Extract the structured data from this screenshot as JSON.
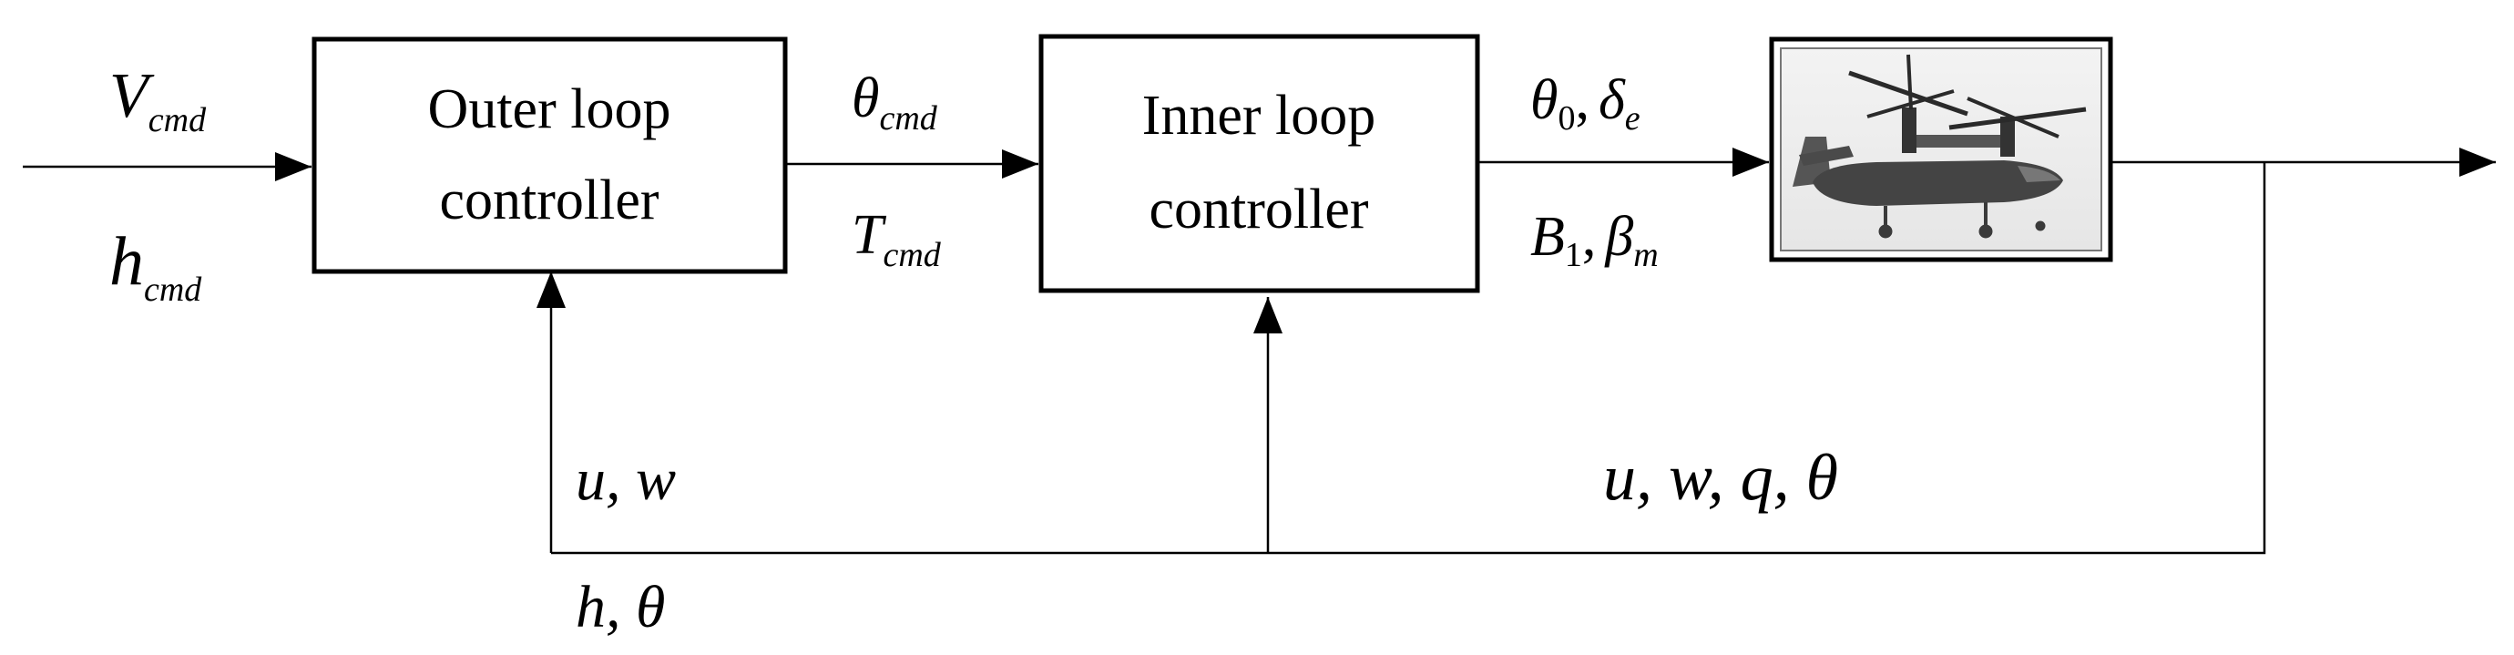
{
  "blocks": {
    "outer": {
      "line1": "Outer loop",
      "line2": "controller"
    },
    "inner": {
      "line1": "Inner loop",
      "line2": "controller"
    }
  },
  "signals": {
    "v_cmd": {
      "base": "V",
      "sub": "cmd"
    },
    "h_cmd": {
      "base": "h",
      "sub": "cmd"
    },
    "theta_cmd": {
      "base": "θ",
      "sub": "cmd"
    },
    "t_cmd": {
      "base": "T",
      "sub": "cmd"
    },
    "theta0": {
      "base": "θ",
      "sub": "0"
    },
    "delta_e": {
      "base": "δ",
      "sub": "e"
    },
    "b1": {
      "base": "B",
      "sub": "1"
    },
    "beta_m": {
      "base": "β",
      "sub": "m"
    },
    "comma": ",",
    "fb_outer_top": "u, w",
    "fb_outer_bottom": "h, θ",
    "fb_inner": "u, w, q, θ"
  },
  "plant": {
    "icon": "tiltrotor-aircraft-icon"
  }
}
